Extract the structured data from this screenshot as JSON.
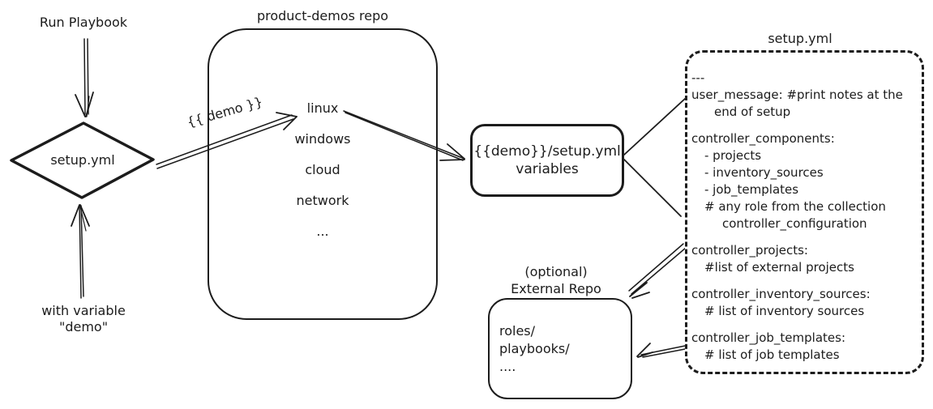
{
  "colors": {
    "ink": "#1c1c1c",
    "background": "#ffffff"
  },
  "flow": {
    "run_playbook": "Run Playbook",
    "diamond_label": "setup.yml",
    "with_variable_line1": "with variable",
    "with_variable_line2": "\"demo\"",
    "demo_edge_label": "{{ demo }}"
  },
  "repo": {
    "title": "product-demos repo",
    "items": [
      "linux",
      "windows",
      "cloud",
      "network",
      "..."
    ]
  },
  "vars_box": {
    "line1": "{{demo}}/setup.yml",
    "line2": "variables"
  },
  "setup": {
    "title": "setup.yml",
    "lines": [
      "---",
      "user_message: #print notes at the",
      "end of setup",
      "",
      "controller_components:",
      "- projects",
      "- inventory_sources",
      "- job_templates",
      "# any role from the collection",
      "controller_configuration",
      "",
      "controller_projects:",
      "#list of external projects",
      "",
      "controller_inventory_sources:",
      "# list of inventory sources",
      "",
      "controller_job_templates:",
      "# list of job templates"
    ]
  },
  "external": {
    "label_line1": "(optional)",
    "label_line2": "External Repo",
    "lines": [
      "roles/",
      "playbooks/",
      "...."
    ]
  }
}
